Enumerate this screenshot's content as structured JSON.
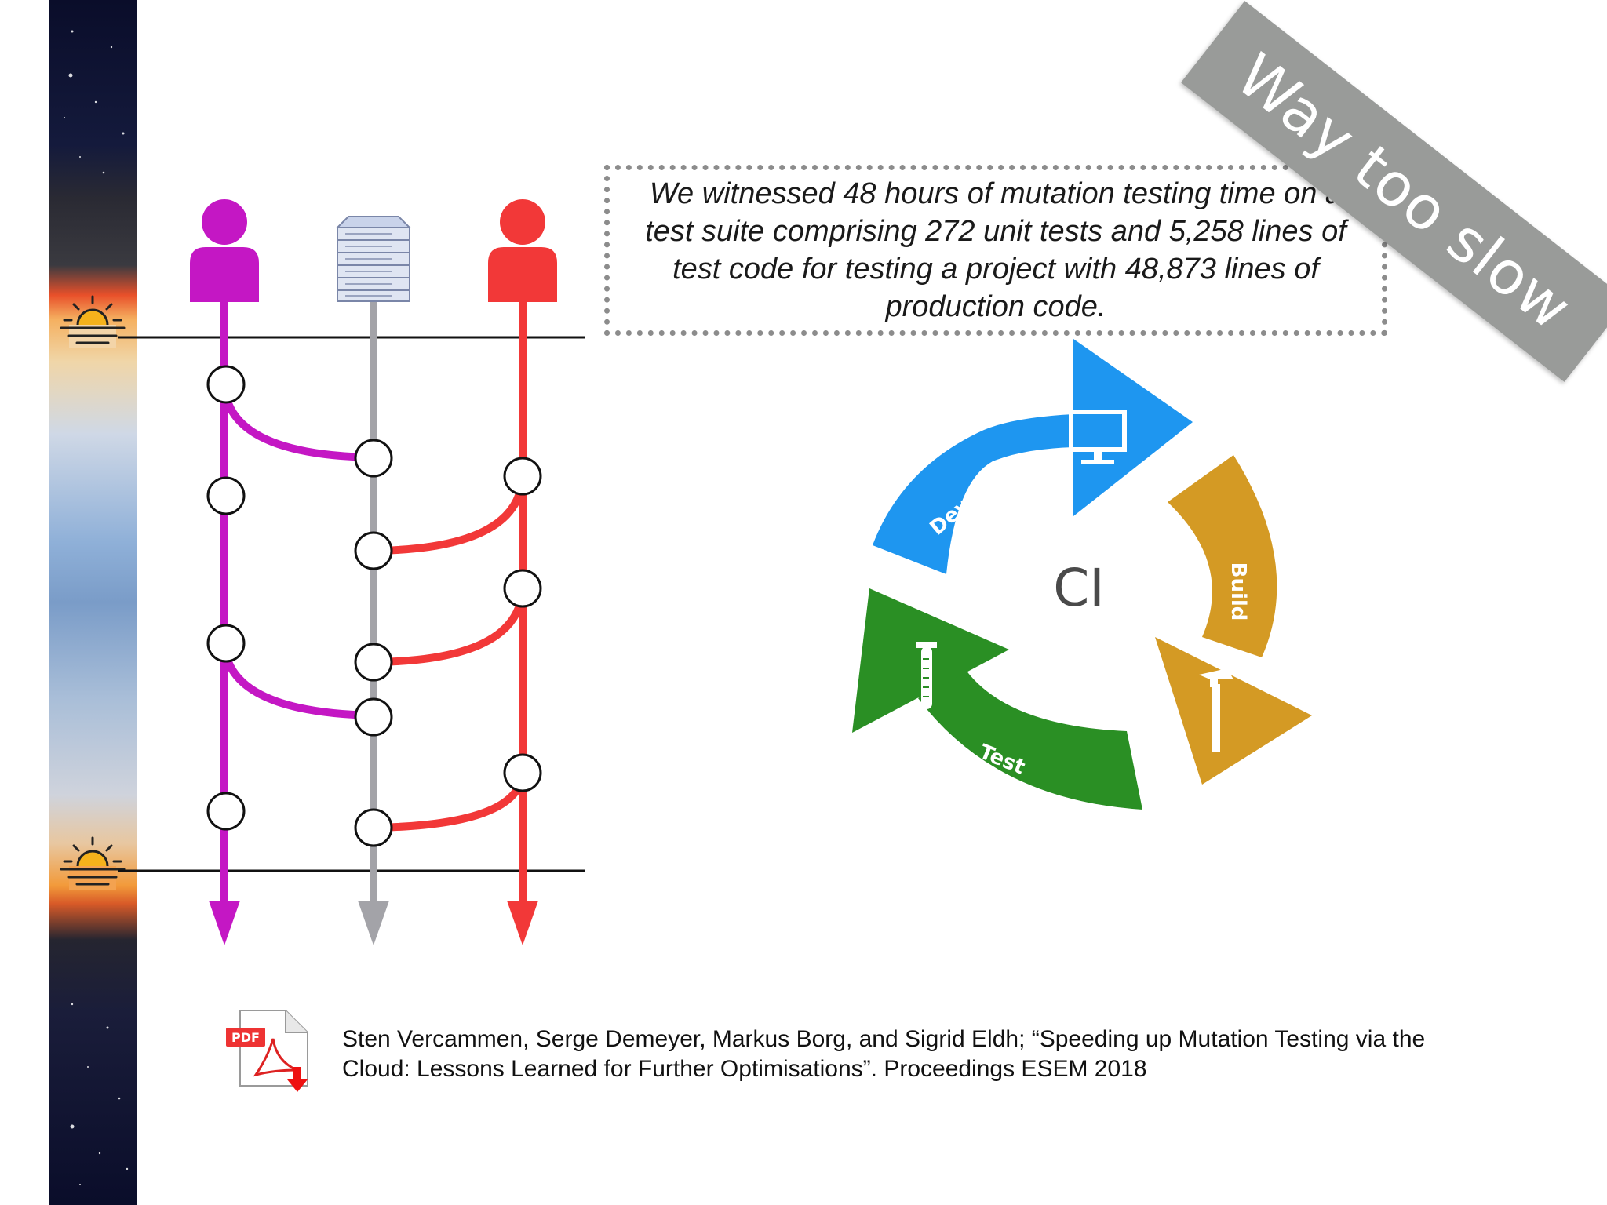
{
  "quote": "We witnessed 48 hours of mutation testing time on a test suite comprising 272 unit tests and 5,258 lines of test code for testing a project with 48,873 lines of production code.",
  "banner": "Way too slow",
  "ci_cycle": {
    "center_label": "CI",
    "stages": [
      {
        "label": "Develop",
        "color": "#1e96f0",
        "icon": "monitor-icon"
      },
      {
        "label": "Build",
        "color": "#d49a24",
        "icon": "hammer-icon"
      },
      {
        "label": "Test",
        "color": "#2a8f24",
        "icon": "test-tube-icon"
      }
    ]
  },
  "timeline": {
    "lanes": [
      {
        "role": "developer",
        "color": "#c417c4",
        "icon": "person-icon"
      },
      {
        "role": "server",
        "color": "#a3a3a8",
        "icon": "server-icon"
      },
      {
        "role": "developer",
        "color": "#f23838",
        "icon": "person-icon"
      }
    ],
    "markers": [
      {
        "icon": "sunrise-icon"
      },
      {
        "icon": "sunset-icon"
      }
    ]
  },
  "citation": {
    "line1": "Sten Vercammen, Serge Demeyer, Markus Borg, and Sigrid Eldh; “Speeding up Mutation Testing via the",
    "line2": "Cloud: Lessons Learned for Further Optimisations”. Proceedings ESEM 2018",
    "icon": "pdf-download-icon",
    "icon_label": "PDF"
  },
  "colors": {
    "purple": "#c417c4",
    "gray": "#a3a3a8",
    "red": "#f23838",
    "develop": "#1e96f0",
    "build": "#d49a24",
    "test": "#2a8f24",
    "banner": "#999b99"
  }
}
